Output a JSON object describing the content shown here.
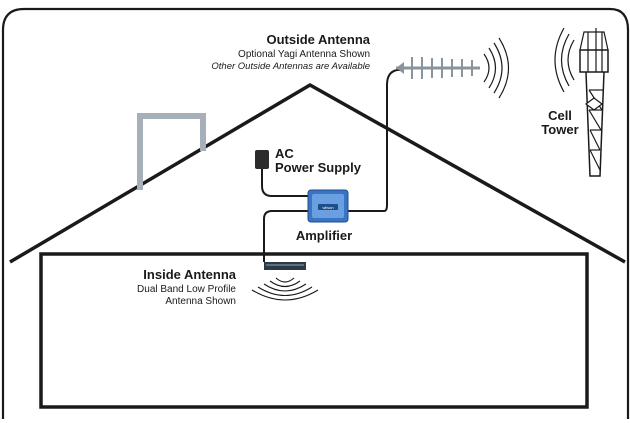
{
  "outside_antenna": {
    "title": "Outside Antenna",
    "line1": "Optional Yagi Antenna Shown",
    "line2": "Other Outside Antennas are Available"
  },
  "ac_power": {
    "line1": "AC",
    "line2": "Power Supply"
  },
  "amplifier": {
    "label": "Amplifier",
    "badge": "wilson"
  },
  "inside_antenna": {
    "title": "Inside Antenna",
    "line1": "Dual Band Low Profile",
    "line2": "Antenna Shown"
  },
  "cell_tower": {
    "line1": "Cell",
    "line2": "Tower"
  },
  "colors": {
    "line": "#1a1a1a",
    "amplifier_blue": "#3a74c4",
    "antenna_gray": "#9aa3ab"
  }
}
